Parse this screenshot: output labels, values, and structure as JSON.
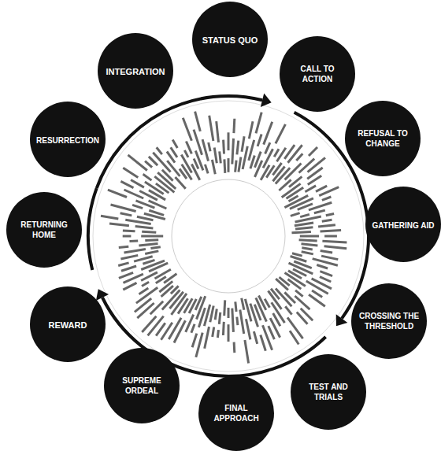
{
  "diagram": {
    "nodes": [
      {
        "text": [
          "STATUS QUO"
        ]
      },
      {
        "text": [
          "CALL TO ACTION"
        ]
      },
      {
        "text": [
          "REFUSAL TO CHANGE"
        ]
      },
      {
        "text": [
          "GATHERING AID"
        ]
      },
      {
        "text": [
          "CROSSING THE THRESHOLD"
        ]
      },
      {
        "text": [
          "TEST AND TRIALS"
        ]
      },
      {
        "text": [
          "FINAL APPROACH"
        ]
      },
      {
        "text": [
          "SUPREME ORDEAL"
        ]
      },
      {
        "text": [
          "REWARD"
        ]
      },
      {
        "text": [
          "RETURNING HOME"
        ]
      },
      {
        "text": [
          "RESURRECTION"
        ]
      },
      {
        "text": [
          "INTEGRATION"
        ]
      }
    ]
  }
}
